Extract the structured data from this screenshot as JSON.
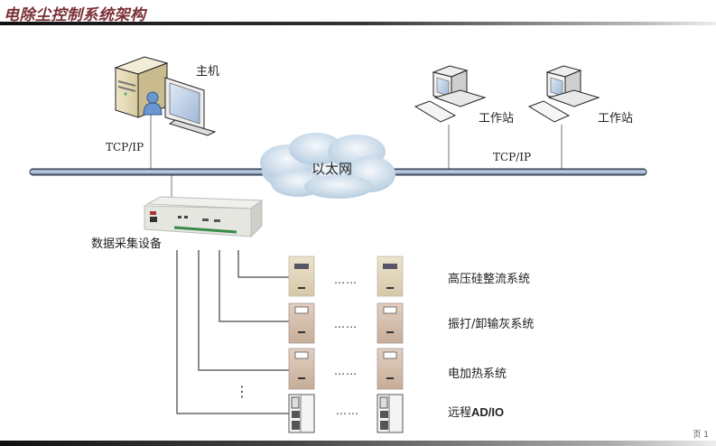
{
  "title": "电除尘控制系统架构",
  "page_label": "页 1",
  "network": {
    "ethernet_label": "以太网",
    "protocol_left": "TCP/IP",
    "protocol_right": "TCP/IP"
  },
  "nodes": {
    "host": {
      "label": "主机",
      "icon": "server-with-user-icon"
    },
    "workstations": [
      {
        "label": "工作站",
        "icon": "workstation-computer-icon"
      },
      {
        "label": "工作站",
        "icon": "workstation-computer-icon"
      }
    ],
    "data_collector": {
      "label": "数据采集设备",
      "icon": "data-acquisition-device-icon"
    }
  },
  "subsystems": [
    {
      "label": "高压硅整流系统",
      "icon": "control-cabinet-icon",
      "ellipsis": "……"
    },
    {
      "label": "振打/卸输灰系统",
      "icon": "control-cabinet-icon",
      "ellipsis": "……"
    },
    {
      "label": "电加热系统",
      "icon": "control-cabinet-icon",
      "ellipsis": "……"
    },
    {
      "label_prefix": "远程",
      "label_suffix": "AD/IO",
      "icon": "io-rack-icon",
      "ellipsis": "……"
    }
  ],
  "vertical_ellipsis": "⋮"
}
